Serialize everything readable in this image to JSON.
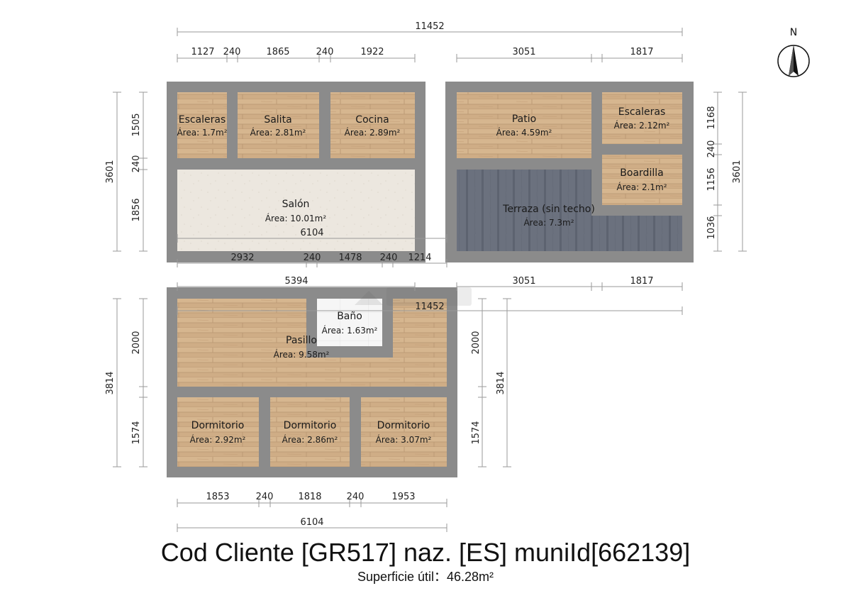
{
  "plan": {
    "compass_label": "N",
    "rooms": [
      {
        "id": "escaleras-1",
        "name": "Escaleras",
        "area": "Área: 1.7m²"
      },
      {
        "id": "salita",
        "name": "Salita",
        "area": "Área: 2.81m²"
      },
      {
        "id": "cocina",
        "name": "Cocina",
        "area": "Área: 2.89m²"
      },
      {
        "id": "salon",
        "name": "Salón",
        "area": "Área: 10.01m²"
      },
      {
        "id": "patio",
        "name": "Patio",
        "area": "Área: 4.59m²"
      },
      {
        "id": "escaleras-2",
        "name": "Escaleras",
        "area": "Área: 2.12m²"
      },
      {
        "id": "boardilla",
        "name": "Boardilla",
        "area": "Área: 2.1m²"
      },
      {
        "id": "terraza",
        "name": "Terraza (sin techo)",
        "area": "Área: 7.3m²"
      },
      {
        "id": "pasillo",
        "name": "Pasillo",
        "area": "Área: 9.58m²"
      },
      {
        "id": "bano",
        "name": "Baño",
        "area": "Área: 1.63m²"
      },
      {
        "id": "dormitorio-1",
        "name": "Dormitorio",
        "area": "Área: 2.92m²"
      },
      {
        "id": "dormitorio-2",
        "name": "Dormitorio",
        "area": "Área: 2.86m²"
      },
      {
        "id": "dormitorio-3",
        "name": "Dormitorio",
        "area": "Área: 3.07m²"
      }
    ],
    "dimensions": {
      "top_total": "11452",
      "top_left_segments": [
        "1127",
        "240",
        "1865",
        "240",
        "1922"
      ],
      "top_right_segments": [
        "3051",
        "1817"
      ],
      "left_upper_total": "3601",
      "left_upper_segments": [
        "1505",
        "240",
        "1856"
      ],
      "right_upper_total": "3601",
      "right_upper_segments": [
        "1168",
        "240",
        "1156",
        "1036"
      ],
      "middle_width": "6104",
      "middle_segments": [
        "2932",
        "240",
        "1478",
        "240",
        "1214"
      ],
      "middle_lower_left": "5394",
      "middle_lower_right_segments": [
        "3051",
        "1817"
      ],
      "middle_repeat_total": "11452",
      "left_lower_total": "3814",
      "left_lower_segments": [
        "2000",
        "1574"
      ],
      "right_lower_total": "3814",
      "right_lower_segments": [
        "2000",
        "1574"
      ],
      "bottom_segments": [
        "1853",
        "240",
        "1818",
        "240",
        "1953"
      ],
      "bottom_total": "6104"
    }
  },
  "footer": {
    "title": "Cod Cliente [GR517] naz. [ES] muniId[662139]",
    "subtitle": "Superficie útil：46.28m²"
  }
}
